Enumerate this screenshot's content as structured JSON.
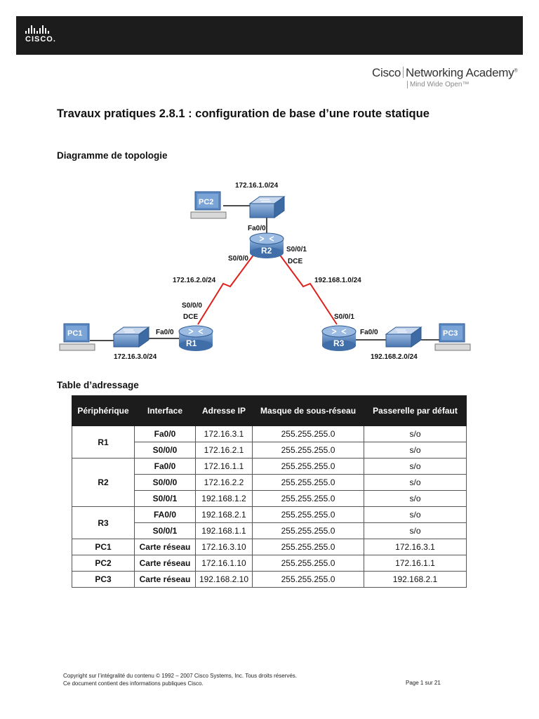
{
  "header": {
    "cisco_logo_text": "CISCO.",
    "academy_brand": "Cisco",
    "academy_name": "Networking Academy",
    "registered_mark": "®",
    "academy_tagline": "Mind Wide Open™"
  },
  "title": "Travaux pratiques 2.8.1 : configuration de base d’une route statique",
  "topology": {
    "heading": "Diagramme de topologie",
    "labels": {
      "net_top": "172.16.1.0/24",
      "r2_fa": "Fa0/0",
      "r2_s000": "S0/0/0",
      "r2_s001": "S0/0/1",
      "r2_dce": "DCE",
      "net_left": "172.16.2.0/24",
      "net_right": "192.168.1.0/24",
      "r1_s000": "S0/0/0",
      "r1_dce": "DCE",
      "r1_fa": "Fa0/0",
      "r3_s001": "S0/0/1",
      "r3_fa": "Fa0/0",
      "net_bl": "172.16.3.0/24",
      "net_br": "192.168.2.0/24"
    },
    "devices": {
      "pc1": "PC1",
      "pc2": "PC2",
      "pc3": "PC3",
      "r1": "R1",
      "r2": "R2",
      "r3": "R3"
    },
    "colors": {
      "serial_link": "#e0201b",
      "device_blue": "#5b89c4"
    }
  },
  "address_table": {
    "heading": "Table d’adressage",
    "headers": [
      "Périphérique",
      "Interface",
      "Adresse IP",
      "Masque de sous-réseau",
      "Passerelle par défaut"
    ],
    "r1": {
      "device": "R1",
      "rows": [
        {
          "iface": "Fa0/0",
          "ip": "172.16.3.1",
          "mask": "255.255.255.0",
          "gw": "s/o"
        },
        {
          "iface": "S0/0/0",
          "ip": "172.16.2.1",
          "mask": "255.255.255.0",
          "gw": "s/o"
        }
      ]
    },
    "r2": {
      "device": "R2",
      "rows": [
        {
          "iface": "Fa0/0",
          "ip": "172.16.1.1",
          "mask": "255.255.255.0",
          "gw": "s/o"
        },
        {
          "iface": "S0/0/0",
          "ip": "172.16.2.2",
          "mask": "255.255.255.0",
          "gw": "s/o"
        },
        {
          "iface": "S0/0/1",
          "ip": "192.168.1.2",
          "mask": "255.255.255.0",
          "gw": "s/o"
        }
      ]
    },
    "r3": {
      "device": "R3",
      "rows": [
        {
          "iface": "FA0/0",
          "ip": "192.168.2.1",
          "mask": "255.255.255.0",
          "gw": "s/o"
        },
        {
          "iface": "S0/0/1",
          "ip": "192.168.1.1",
          "mask": "255.255.255.0",
          "gw": "s/o"
        }
      ]
    },
    "pcs": [
      {
        "device": "PC1",
        "iface": "Carte réseau",
        "ip": "172.16.3.10",
        "mask": "255.255.255.0",
        "gw": "172.16.3.1"
      },
      {
        "device": "PC2",
        "iface": "Carte réseau",
        "ip": "172.16.1.10",
        "mask": "255.255.255.0",
        "gw": "172.16.1.1"
      },
      {
        "device": "PC3",
        "iface": "Carte réseau",
        "ip": "192.168.2.10",
        "mask": "255.255.255.0",
        "gw": "192.168.2.1"
      }
    ]
  },
  "footer": {
    "copyright": "Copyright sur l’intégralité du contenu © 1992 – 2007 Cisco Systems, Inc. Tous droits réservés.",
    "notice": "Ce document contient des informations publiques Cisco.",
    "page": "Page 1 sur 21"
  }
}
